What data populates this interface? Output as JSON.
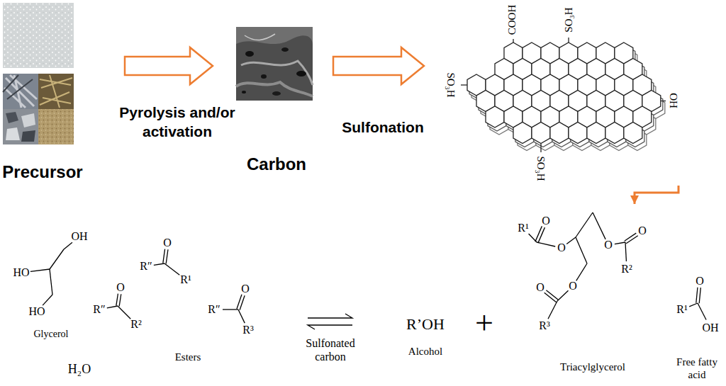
{
  "diagram": {
    "nodes": [
      {
        "text": [
          "Precursor"
        ]
      },
      {
        "text": [
          "Carbon"
        ]
      },
      {
        "text": [
          "COOH",
          "SO₃H",
          "SO₃H",
          "OH",
          "SO₃H"
        ]
      },
      {
        "text": [
          "R¹",
          "O",
          "O",
          "O",
          "O",
          "R²",
          "O",
          "O",
          "R³",
          "Triacylglycerol"
        ]
      }
    ],
    "edges": [
      {
        "from": 0,
        "to": 1,
        "label": "Pyrolysis and/or activation",
        "arrow": "to"
      },
      {
        "from": 1,
        "to": 2,
        "label": "Sulfonation",
        "arrow": "to"
      },
      {
        "from": 2,
        "to": 3,
        "arrow": "to"
      }
    ],
    "labels": [
      "OH",
      "HO",
      "HO",
      "Glycerol",
      "O",
      "R″",
      "R¹",
      "O",
      "R″",
      "R²",
      "O",
      "R″",
      "R³",
      "Esters",
      "H₂O",
      "Sulfonated carbon",
      "R’OH",
      "Alcohol",
      "+",
      "O",
      "R¹",
      "OH",
      "Free fatty acid"
    ]
  }
}
